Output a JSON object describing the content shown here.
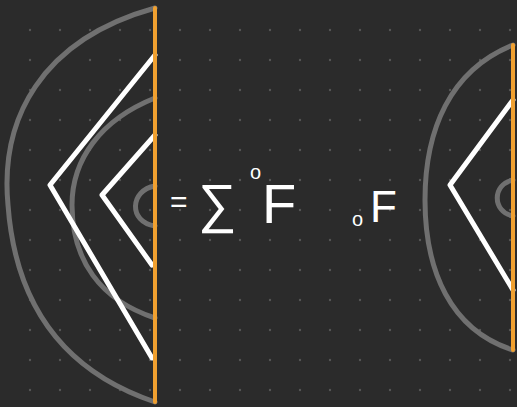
{
  "diagram": {
    "labels": [
      "=",
      "∑",
      "o",
      "F",
      "o",
      "F"
    ]
  }
}
